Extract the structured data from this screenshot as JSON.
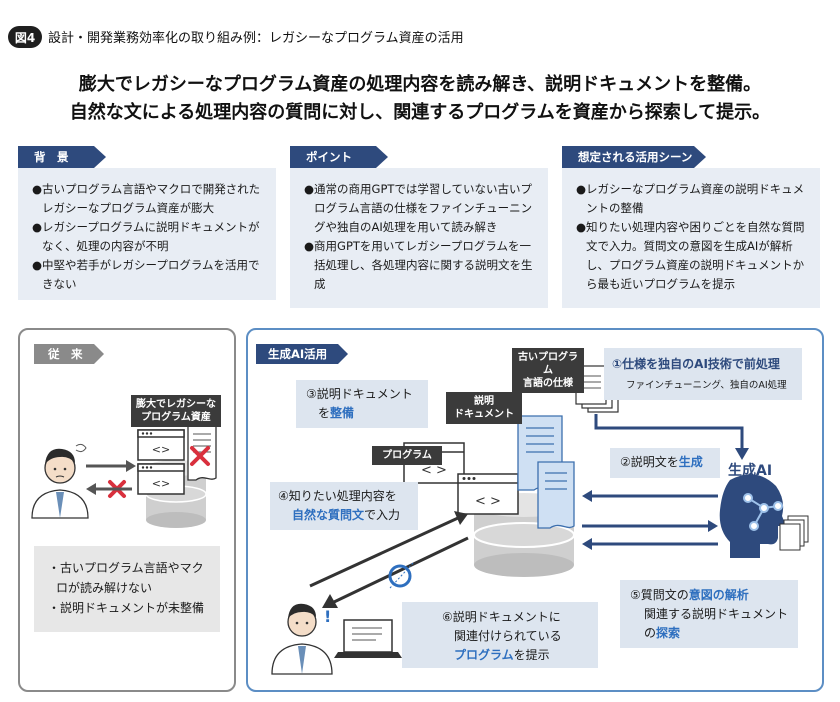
{
  "figure": {
    "badge": "図4",
    "title": "設計・開発業務効率化の取り組み例：レガシーなプログラム資産の活用"
  },
  "headline": {
    "line1": "膨大でレガシーなプログラム資産の処理内容を読み解き、説明ドキュメントを整備。",
    "line2": "自然な文による処理内容の質問に対し、関連するプログラムを資産から探索して提示。"
  },
  "sections": [
    {
      "title": "背　景",
      "items": [
        "●古いプログラム言語やマクロで開発されたレガシーなプログラム資産が膨大",
        "●レガシープログラムに説明ドキュメントがなく、処理の内容が不明",
        "●中堅や若手がレガシープログラムを活用できない"
      ]
    },
    {
      "title": "ポイント",
      "items": [
        "●通常の商用GPTでは学習していない古いプログラム言語の仕様をファインチューニングや独自のAI処理を用いて読み解き",
        "●商用GPTを用いてレガシープログラムを一括処理し、各処理内容に関する説明文を生成"
      ]
    },
    {
      "title": "想定される活用シーン",
      "items": [
        "●レガシーなプログラム資産の説明ドキュメントの整備",
        "●知りたい処理内容や困りごとを自然な質問文で入力。質問文の意図を生成AIが解析し、プログラム資産の説明ドキュメントから最も近いプログラムを提示"
      ]
    }
  ],
  "conventional": {
    "tab": "従　来",
    "label_line1": "膨大でレガシーな",
    "label_line2": "プログラム資産",
    "notes": [
      "・古いプログラム言語やマクロが読み解けない",
      "・説明ドキュメントが未整備"
    ]
  },
  "genai": {
    "tab": "生成AI活用",
    "old_lang_label_line1": "古いプログラム",
    "old_lang_label_line2": "言語の仕様",
    "program_label": "プログラム",
    "doc_label_line1": "説明",
    "doc_label_line2": "ドキュメント",
    "ai_label": "生成AI",
    "step1_title_a": "①",
    "step1_title_b": "仕様を独自のAI技術で前処理",
    "step1_sub": "ファインチューニング、独自のAI処理",
    "step2_a": "②説明文を",
    "step2_b": "生成",
    "step3_line1": "③説明ドキュメント",
    "step3_a": "を",
    "step3_b": "整備",
    "step4_line1": "④知りたい処理内容を",
    "step4_b": "自然な質問文",
    "step4_c": "で入力",
    "step5_a": "⑤質問文の",
    "step5_b": "意図の解析",
    "step5_line2": "関連する説明ドキュメント",
    "step5_c": "の",
    "step5_d": "探索",
    "step6_line1": "⑥説明ドキュメントに",
    "step6_line2": "関連付けられている",
    "step6_b": "プログラム",
    "step6_c": "を提示"
  },
  "colors": {
    "navy": "#2e4a7d",
    "accent_blue": "#2e6fbf",
    "light_blue_bg": "#e8edf4",
    "callout_bg": "#dde5ef",
    "gray": "#8a8a8a",
    "red_x": "#d9303d"
  }
}
